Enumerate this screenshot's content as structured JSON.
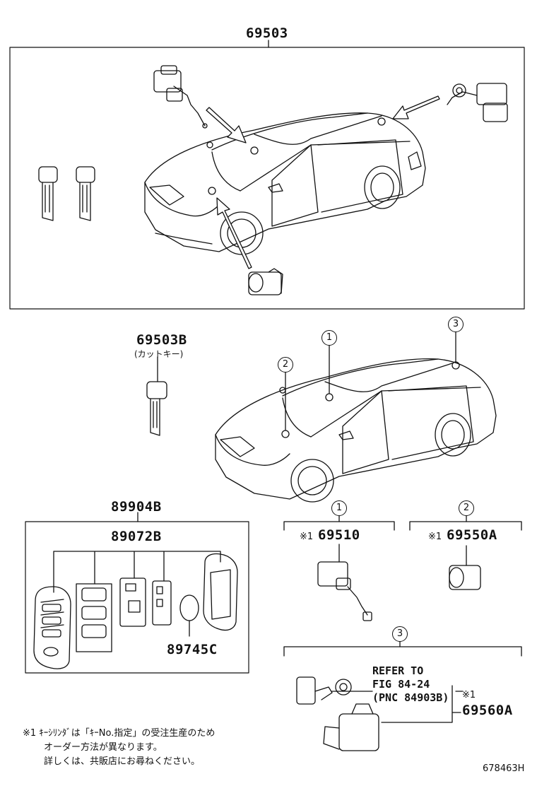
{
  "parts": {
    "top_assembly": "69503",
    "cut_key_number": "69503B",
    "cut_key_note": "(カットキー)",
    "remote_set": "89904B",
    "transmitter": "89072B",
    "battery": "89745C",
    "cylinder_1": "69510",
    "cylinder_2": "69550A",
    "cylinder_3": "69560A"
  },
  "markers": {
    "mark_1": "1",
    "mark_2": "2",
    "mark_3": "3",
    "asterisk_mark": "※1"
  },
  "reference": {
    "line1": "REFER TO",
    "line2": "FIG 84-24",
    "line3": "(PNC 84903B)"
  },
  "footnote": {
    "line1": "※1 ｷｰｼﾘﾝﾀﾞは「ｷｰNo.指定」の受注生産のため",
    "line2": "オーダー方法が異なります。",
    "line3": "詳しくは、共販店にお尋ねください。"
  },
  "figure_id": "678463H"
}
